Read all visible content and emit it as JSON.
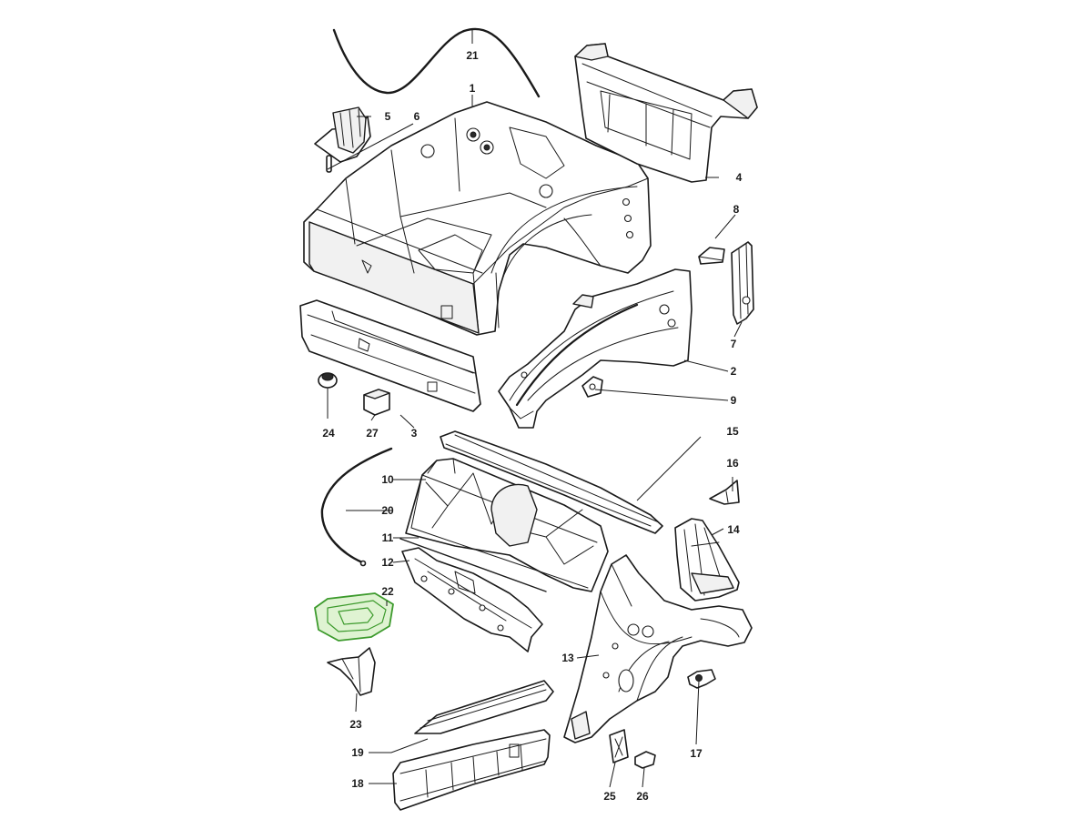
{
  "diagram": {
    "callouts": {
      "p1": "1",
      "p2": "2",
      "p3": "3",
      "p4": "4",
      "p5": "5",
      "p6": "6",
      "p7": "7",
      "p8": "8",
      "p9": "9",
      "p10": "10",
      "p11": "11",
      "p12": "12",
      "p13": "13",
      "p14": "14",
      "p15": "15",
      "p16": "16",
      "p17": "17",
      "p18": "18",
      "p19": "19",
      "p20": "20",
      "p21": "21",
      "p22": "22",
      "p23": "23",
      "p24": "24",
      "p25": "25",
      "p26": "26",
      "p27": "27"
    },
    "highlighted_part": "22",
    "colors": {
      "line": "#1a1a1a",
      "highlight": "#3c9a2c",
      "highlight_fill": "#dff3d2"
    }
  }
}
